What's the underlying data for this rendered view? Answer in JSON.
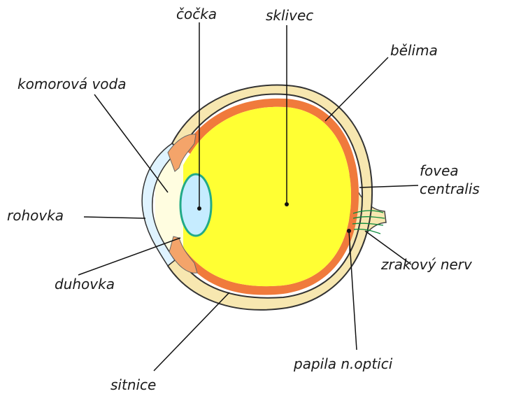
{
  "diagram": {
    "labels": {
      "cocka": "čočka",
      "sklivec": "sklivec",
      "belima": "bělima",
      "komorova_voda": "komorová voda",
      "fovea_line1": "fovea",
      "fovea_line2": "centralis",
      "rohovka": "rohovka",
      "zrakovy_nerv": "zrakový nerv",
      "duhovka": "duhovka",
      "papila": "papila n.optici",
      "sitnice": "sitnice"
    },
    "colors": {
      "vitreous": "#ffff33",
      "sclera": "#f7e7b0",
      "choroid": "#f07a3c",
      "lens_fill": "#c6ecff",
      "lens_edge": "#22aa88",
      "cornea": "#dff3ff",
      "nerve": "#0a8a3a",
      "leader": "#111111"
    }
  }
}
